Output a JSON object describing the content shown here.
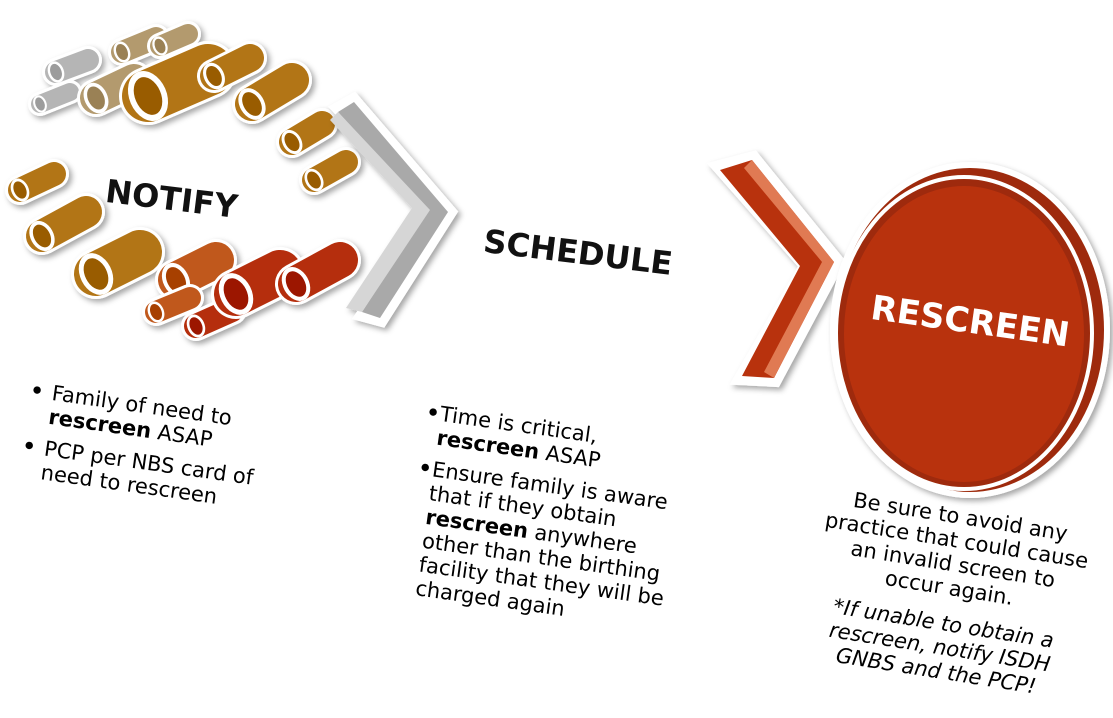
{
  "steps": {
    "notify": {
      "title": "NOTIFY",
      "bullets": [
        {
          "pre": "Family of need to ",
          "bold": "rescreen",
          "post": " ASAP"
        },
        {
          "pre": "PCP per NBS card of need to rescreen",
          "bold": "",
          "post": ""
        }
      ]
    },
    "schedule": {
      "title": "SCHEDULE",
      "bullets": [
        {
          "pre": "Time is critical, ",
          "bold": "rescreen",
          "post": " ASAP"
        },
        {
          "pre": "Ensure family is aware that if they obtain ",
          "bold": "rescreen",
          "post": " anywhere other than the birthing facility that they will be charged again"
        }
      ]
    },
    "rescreen": {
      "title": "RESCREEN",
      "text": "Be sure to avoid any practice that could cause an invalid screen to occur again.",
      "note": "*If unable to obtain a rescreen, notify ISDH GNBS and the PCP!"
    }
  },
  "colors": {
    "gray_pipe": "#b5b5b5",
    "tan_pipe": "#b39a6e",
    "gold_pipe": "#b27414",
    "orange_pipe": "#c0591a",
    "red_pipe": "#b52e0a",
    "chevron_gray": "#aaaaaa",
    "rescreen_red": "#b8310c"
  }
}
